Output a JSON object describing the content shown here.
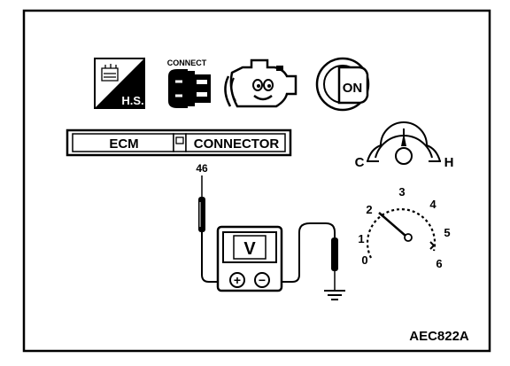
{
  "icons": {
    "hs_label": "H.S.",
    "connect_label": "CONNECT",
    "ignition_label": "ON"
  },
  "connector": {
    "left_label": "ECM",
    "right_label": "CONNECTOR",
    "pin": "46"
  },
  "temp_gauge": {
    "cold_label": "C",
    "hot_label": "H"
  },
  "meter": {
    "label": "V",
    "plus": "+",
    "minus": "−"
  },
  "tachometer": {
    "ticks": [
      "0",
      "1",
      "2",
      "3",
      "4",
      "5",
      "6"
    ],
    "needle_value": 2
  },
  "figure_code": "AEC822A"
}
